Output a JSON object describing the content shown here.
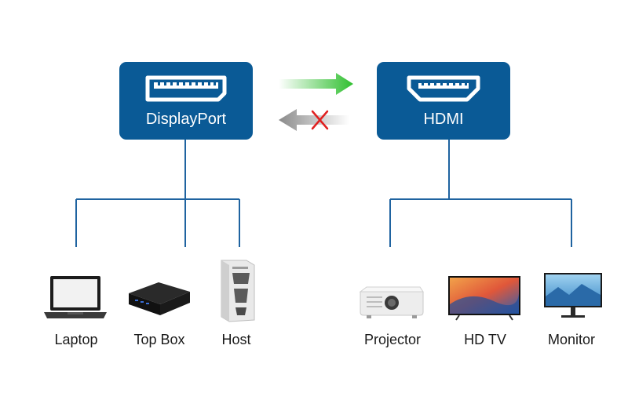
{
  "colors": {
    "port_box": "#0a5a96",
    "connector_line": "#1f63a0",
    "arrow_supported": "#2fbf2f",
    "arrow_unsupported": "#8a8a8a",
    "cross_mark": "#e02020"
  },
  "source": {
    "label": "DisplayPort",
    "icon": "displayport-connector-icon",
    "devices": [
      {
        "label": "Laptop",
        "icon": "laptop-icon"
      },
      {
        "label": "Top Box",
        "icon": "tv-box-icon"
      },
      {
        "label": "Host",
        "icon": "desktop-tower-icon"
      }
    ]
  },
  "target": {
    "label": "HDMI",
    "icon": "hdmi-connector-icon",
    "devices": [
      {
        "label": "Projector",
        "icon": "projector-icon"
      },
      {
        "label": "HD TV",
        "icon": "tv-icon"
      },
      {
        "label": "Monitor",
        "icon": "monitor-icon"
      }
    ]
  },
  "arrows": [
    {
      "direction": "DisplayPort to HDMI",
      "supported": true,
      "icon": "arrow-right-icon"
    },
    {
      "direction": "HDMI to DisplayPort",
      "supported": false,
      "icon": "arrow-left-icon",
      "mark": "cross-icon"
    }
  ]
}
